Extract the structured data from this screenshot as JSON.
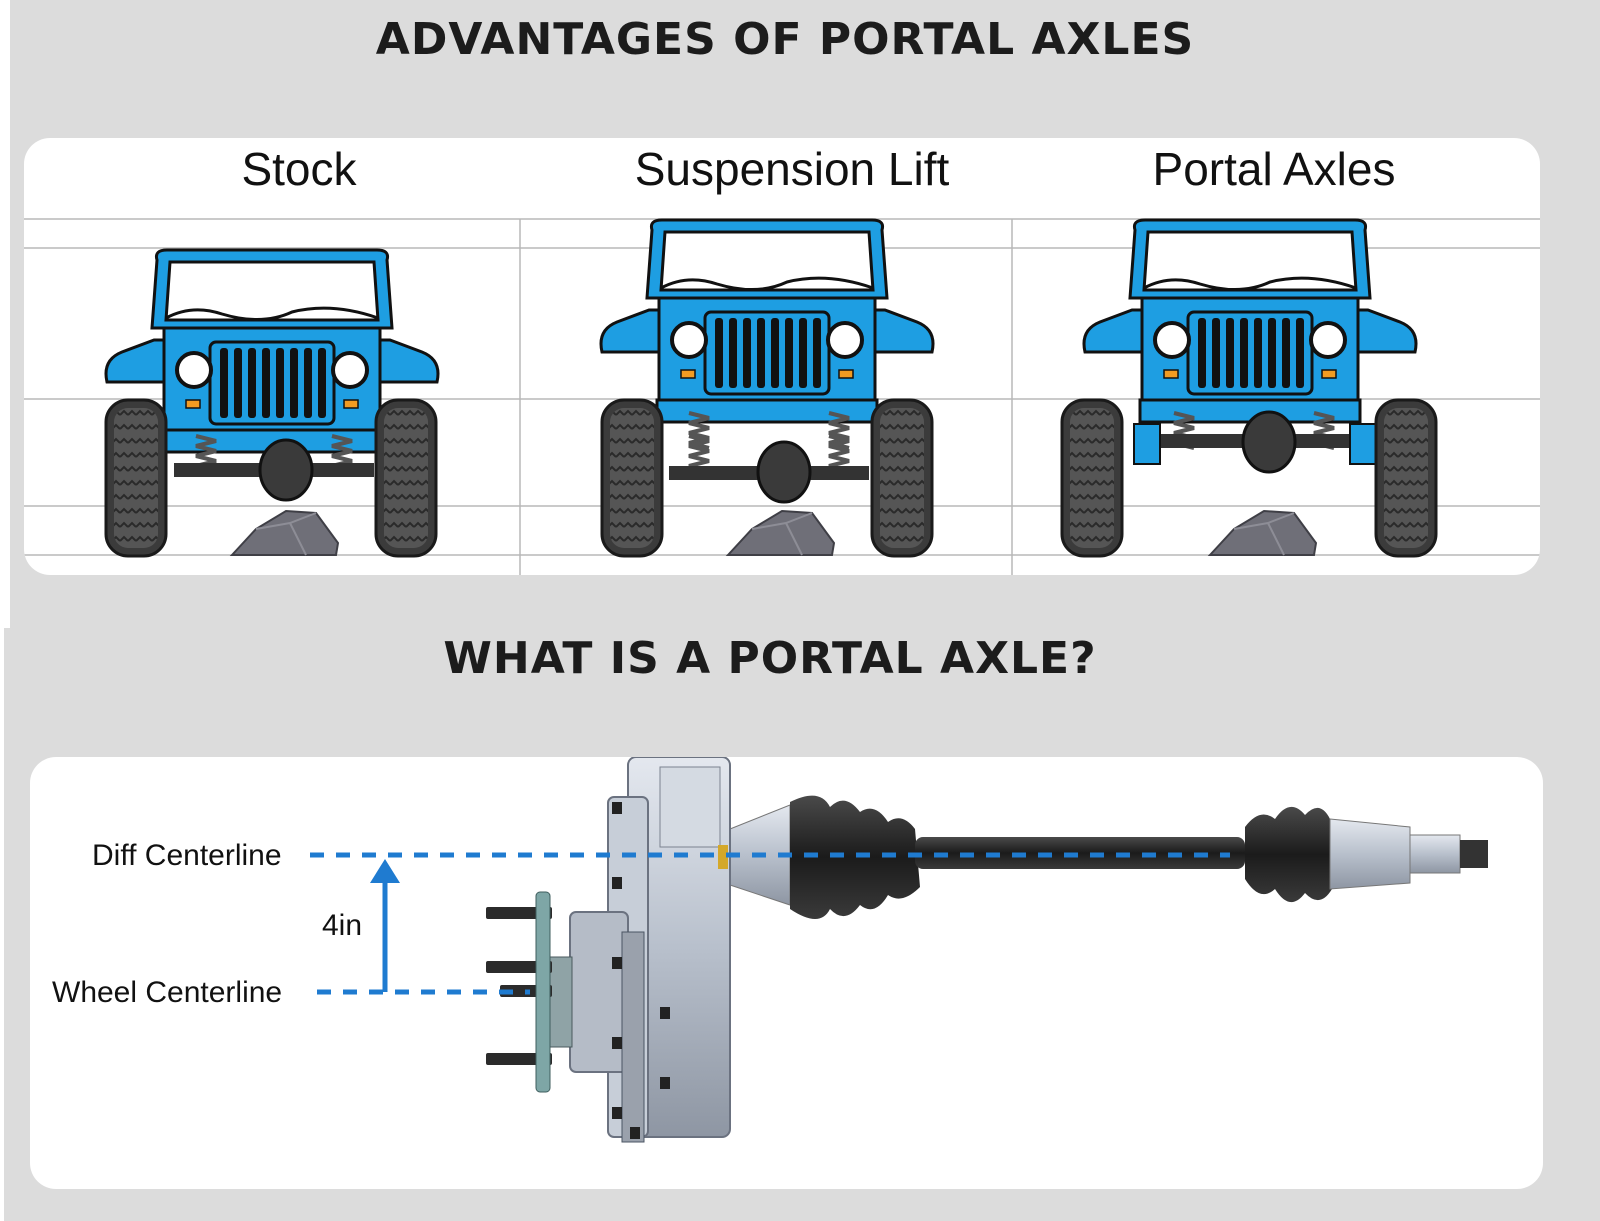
{
  "headings": {
    "advantages": "ADVANTAGES OF PORTAL AXLES",
    "what_is": "WHAT IS A PORTAL AXLE?"
  },
  "comparison": {
    "columns": [
      {
        "title": "Stock"
      },
      {
        "title": "Suspension Lift"
      },
      {
        "title": "Portal Axles"
      }
    ]
  },
  "axle_diagram": {
    "diff_label": "Diff Centerline",
    "wheel_label": "Wheel Centerline",
    "offset_label": "4in"
  },
  "colors": {
    "jeep_blue": "#1e9ee2",
    "centerline_blue": "#1f7bd0",
    "background": "#dcdcdc",
    "rock": "#6f6f78"
  }
}
